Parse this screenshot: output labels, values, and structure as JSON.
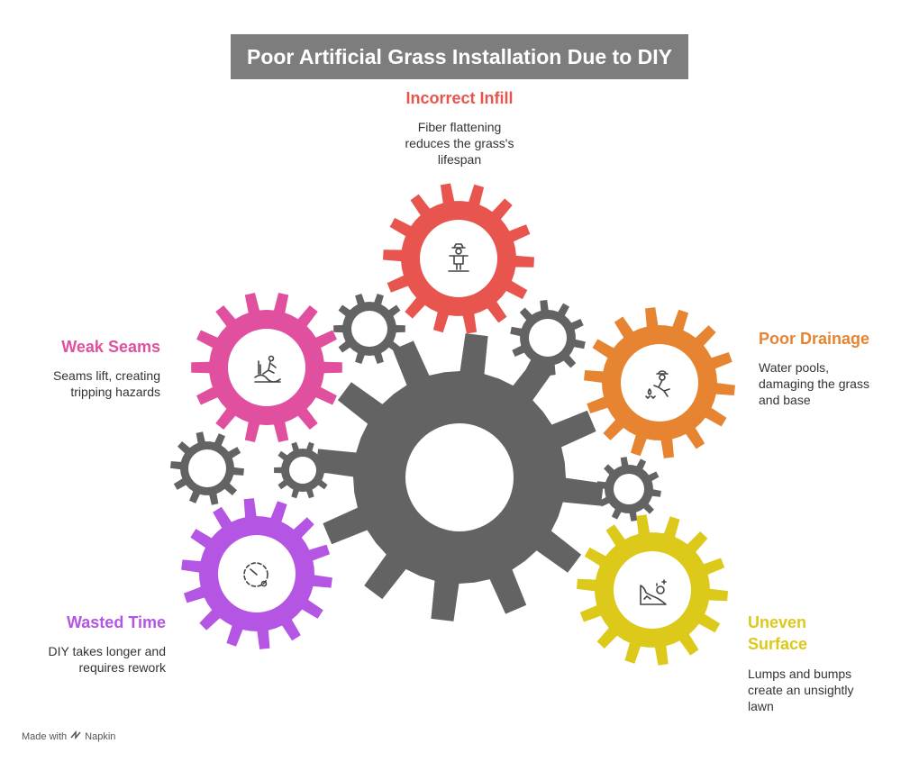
{
  "title": "Poor Artificial Grass Installation Due to DIY",
  "colors": {
    "incorrect_infill": "#e8554e",
    "poor_drainage": "#e68431",
    "weak_seams": "#e0509e",
    "wasted_time": "#b455e3",
    "uneven_surface": "#dcc91a",
    "gray_gears": "#636363"
  },
  "items": {
    "incorrect_infill": {
      "label": "Incorrect Infill",
      "description": [
        "Fiber flattening",
        "reduces the grass's",
        "lifespan"
      ],
      "icon": "scarecrow-icon"
    },
    "poor_drainage": {
      "label": "Poor Drainage",
      "description": [
        "Water pools,",
        "damaging the grass",
        "and base"
      ],
      "icon": "gardener-icon"
    },
    "weak_seams": {
      "label": "Weak Seams",
      "description": [
        "Seams lift, creating",
        "tripping hazards"
      ],
      "icon": "tripping-icon"
    },
    "wasted_time": {
      "label": "Wasted Time",
      "description": [
        "DIY takes longer and",
        "requires rework"
      ],
      "icon": "timer-icon"
    },
    "uneven_surface": {
      "label": [
        "Uneven",
        "Surface"
      ],
      "description": [
        "Lumps and bumps",
        "create an unsightly",
        "lawn"
      ],
      "icon": "bumpy-terrain-icon"
    }
  },
  "footer": {
    "made_with": "Made with",
    "brand": "Napkin"
  }
}
